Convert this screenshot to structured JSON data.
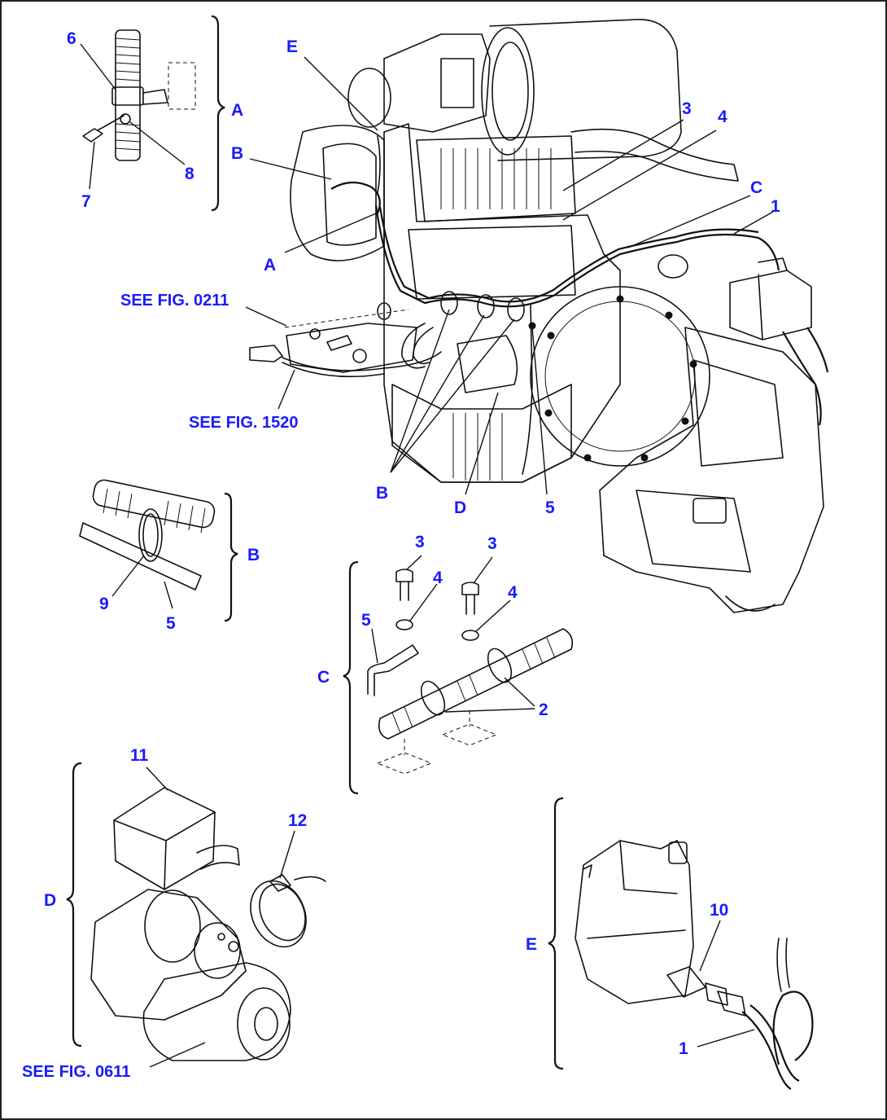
{
  "callouts": {
    "n1": "1",
    "n1b": "1",
    "n2": "2",
    "n3": "3",
    "n3b": "3",
    "n3c": "3",
    "n4": "4",
    "n4b": "4",
    "n4c": "4",
    "n5": "5",
    "n5b": "5",
    "n5c": "5",
    "n6": "6",
    "n7": "7",
    "n8": "8",
    "n9": "9",
    "n10": "10",
    "n11": "11",
    "n12": "12"
  },
  "letters": {
    "A_top": "A",
    "A_main": "A",
    "B_main": "B",
    "B_bottom": "B",
    "B_detail": "B",
    "C_main": "C",
    "C_detail": "C",
    "D_main": "D",
    "D_detail": "D",
    "E_main": "E",
    "E_detail": "E"
  },
  "references": {
    "fig0211": "SEE FIG. 0211",
    "fig1520": "SEE FIG. 1520",
    "fig0611": "SEE FIG. 0611"
  },
  "colors": {
    "label": "#1a1aff",
    "line": "#111111",
    "background": "#ffffff"
  }
}
